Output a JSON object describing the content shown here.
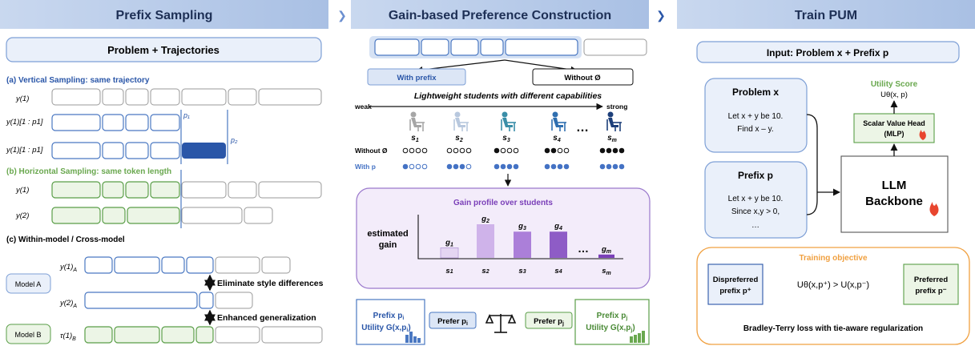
{
  "headers": {
    "col1": "Prefix Sampling",
    "col2": "Gain-based Preference Construction",
    "col3": "Train PUM"
  },
  "chevron": "❯",
  "sampling": {
    "problem_box": "Problem  +  Trajectories",
    "vertical_title": "(a) Vertical Sampling: same trajectory",
    "v_row1": "y(1)",
    "v_row2": "y(1)[1 : p1]",
    "v_row3": "y(1)[1 : p1]",
    "p1_label": "p₁",
    "p2_label": "p₂",
    "horizontal_title": "(b) Horizontal Sampling: same token length",
    "h_row1": "y(1)",
    "h_row2": "y(2)",
    "model_title": "(c) Within-model / Cross-model",
    "m_row1": "y(1)",
    "m_row1_sub": "A",
    "m_row2": "y(2)",
    "m_row2_sub": "A",
    "m_row3": "τ(1)",
    "m_row3_sub": "B",
    "model_a": "Model A",
    "model_b": "Model B",
    "eliminate": "Eliminate style differences",
    "enhanced": "Enhanced generalization"
  },
  "gain": {
    "with_prefix": "With prefix",
    "without": "Without  Ø",
    "students_title": "Lightweight students with different capabilities",
    "weak": "weak",
    "strong": "strong",
    "students": [
      "s",
      "s",
      "s",
      "s",
      "s"
    ],
    "student_subs": [
      "1",
      "2",
      "3",
      "4",
      "m"
    ],
    "ellipsis": "…",
    "row_without": "Without Ø",
    "row_with": "With p",
    "profile_title": "Gain profile over students",
    "estimated": "estimated",
    "gain_word": "gain",
    "prefer_i": "Prefer p",
    "prefer_i_sub": "i",
    "prefer_j": "Prefer p",
    "prefer_j_sub": "j",
    "prefix_i": "Prefix  p",
    "prefix_i_sub": "i",
    "utility_i": "Utility  G(x,p",
    "utility_i_sub": "i",
    "prefix_j": "Prefix  p",
    "prefix_j_sub": "j",
    "utility_j": "Utility  G(x,p",
    "utility_j_sub": "j",
    "close_paren": ")"
  },
  "chart_data": {
    "type": "bar",
    "title": "Gain profile over students",
    "ylabel": "estimated gain",
    "categories": [
      "s1",
      "s2",
      "s3",
      "s4",
      "sm"
    ],
    "labels": [
      "g1",
      "g2",
      "g3",
      "g4",
      "gm"
    ],
    "values": [
      0.3,
      1.0,
      0.78,
      0.78,
      0.1
    ],
    "colors": [
      "#e4d5f2",
      "#cfb3ea",
      "#ab7fd9",
      "#8e5cc6",
      "#7a3fb8"
    ]
  },
  "pum": {
    "input_box": "Input: Problem x + Prefix p",
    "problem_title": "Problem x",
    "problem_l1": "Let  x + y  be 10.",
    "problem_l2": "Find  x – y.",
    "prefix_title": "Prefix p",
    "prefix_l1": "Let  x + y  be 10.",
    "prefix_l2": "Since  x,y > 0,",
    "prefix_l3": "…",
    "utility_score": "Utility Score",
    "u_theta": "Uθ(x, p)",
    "value_head_l1": "Scalar Value Head",
    "value_head_l2": "(MLP)",
    "llm_l1": "LLM",
    "llm_l2": "Backbone",
    "training_title": "Training objective",
    "dispreferred_l1": "Dispreferred",
    "dispreferred_l2": "prefix  p⁺",
    "preferred_l1": "Preferred",
    "preferred_l2": "prefix  p⁻",
    "objective_formula": "Uθ(x,p⁺) > U(x,p⁻)",
    "bt_loss": "Bradley-Terry loss with tie-aware regularization"
  },
  "colors": {
    "header_bg": "#b9cbe8",
    "blue_fill": "#2a56a8",
    "blue_stroke": "#4a78c2",
    "green_stroke": "#5a9e48",
    "green_fill": "#ecf5e6",
    "purple_bg": "#f3ecfa",
    "purple_stroke": "#9a78cc",
    "orange": "#f0a040",
    "flame": "#e8452e",
    "dot_blue": "#4472c4"
  }
}
